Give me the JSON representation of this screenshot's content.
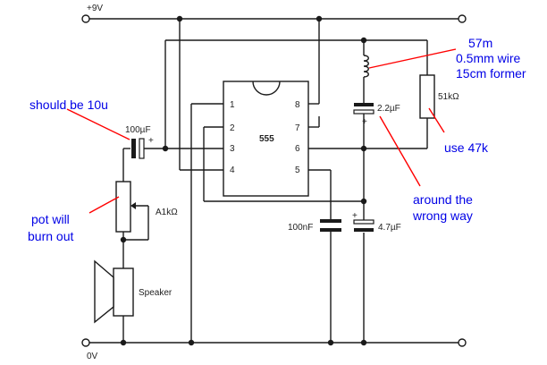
{
  "rails": {
    "top": "+9V",
    "bottom": "0V"
  },
  "ic": {
    "name": "555",
    "pins": [
      "1",
      "2",
      "3",
      "4",
      "5",
      "6",
      "7",
      "8"
    ]
  },
  "components": {
    "c_input": "100µF",
    "r_timing": "51kΩ",
    "c_timing": "2.2µF",
    "c_control": "100nF",
    "c_filter": "4.7µF",
    "pot": "A1kΩ",
    "speaker": "Speaker"
  },
  "annotations": {
    "coil_note": [
      "57m",
      "0.5mm wire",
      "15cm former"
    ],
    "cap_value_note": "should be 10u",
    "pot_note": [
      "pot will",
      "burn out"
    ],
    "resistor_note": "use 47k",
    "polarity_note": [
      "around the",
      "wrong way"
    ]
  },
  "colors": {
    "annotation": "#0000e6",
    "arrow": "#ff0000",
    "wire": "#1a1a1a"
  }
}
